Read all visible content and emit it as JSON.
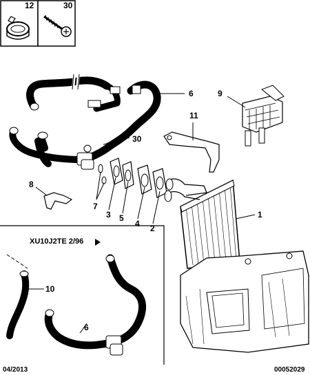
{
  "inset_boxes": [
    {
      "ref": "12",
      "icon": "hose-clip-icon"
    },
    {
      "ref": "30",
      "icon": "self-tapping-screw-icon"
    }
  ],
  "callouts": {
    "hose_upper": "6",
    "connector_block": "9",
    "bracket": "11",
    "screw": "30",
    "clip": "8",
    "seal_a": "7",
    "seal_b": "3",
    "gasket_a": "5",
    "gasket_b": "4",
    "flange": "2",
    "heater_matrix": "1",
    "pipe": "10",
    "hose_lower": "6"
  },
  "variant_label": "XU10J2TE 2/96",
  "variant_icon": "arrow-right-icon",
  "plus_icon": "plus-icon",
  "footer": {
    "date": "04/2013",
    "doc_number": "00052029"
  }
}
